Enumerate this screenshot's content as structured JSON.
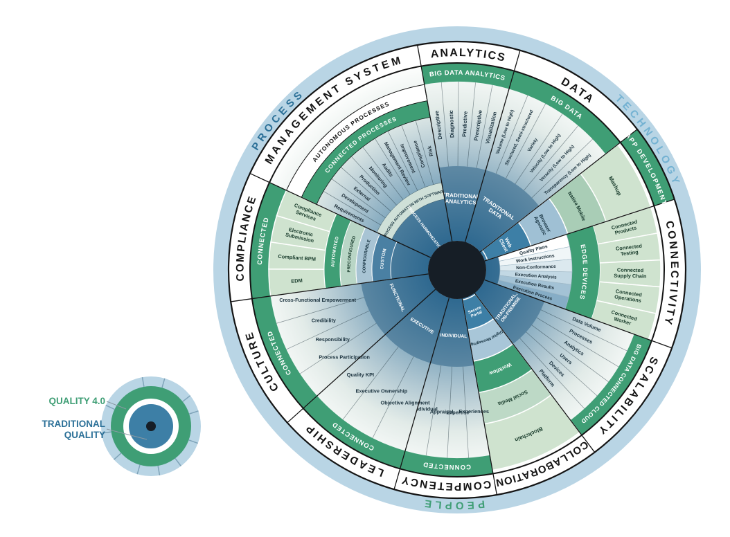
{
  "palette": {
    "rim": "#b9d5e5",
    "ink": "#141414",
    "white": "#ffffff",
    "green": "#3f9e75",
    "green_light": "#cfe3cf",
    "blue": "#3d7fa6",
    "center": "#161e26",
    "process_label": "#2a6f97",
    "technology_label": "#74b2d2",
    "people_label": "#3f9e75",
    "legend_line": "#8a9aa3"
  },
  "rim_labels": [
    {
      "text": "PROCESS",
      "angle": 310,
      "color_key": "process_label"
    },
    {
      "text": "TECHNOLOGY",
      "angle": 56,
      "color_key": "technology_label"
    },
    {
      "text": "PEOPLE",
      "angle": 181,
      "color_key": "people_label"
    }
  ],
  "legend": {
    "quality40_label": "QUALITY 4.0",
    "traditional_line1": "TRADITIONAL",
    "traditional_line2": "QUALITY"
  },
  "wedges": [
    {
      "id": "management-system",
      "label": "MANAGEMENT SYSTEM",
      "a": [
        295,
        350
      ],
      "category": {
        "fs": 15.5,
        "ls": 4,
        "bg": "white",
        "fg": "#141414"
      },
      "elements": [
        {
          "type": "sector",
          "r": [
            42,
            299
          ],
          "fill": "grad"
        },
        {
          "type": "sector",
          "r": [
            42,
            128
          ],
          "fill": "core"
        },
        {
          "type": "band",
          "r": [
            248,
            272
          ],
          "fill": "#ffffff",
          "stroke": "#141414",
          "strokeW": 1,
          "label": "AUTONOMOUS PROCESSES",
          "fg": "#141414",
          "fs": 8.5,
          "ls": 1
        },
        {
          "type": "band",
          "r": [
            224,
            248
          ],
          "fill": "#3f9e75",
          "stroke": "#141414",
          "strokeW": 0.8,
          "label": "CONNECTED PROCESSES",
          "fg": "#ffffff",
          "fs": 8.5,
          "ls": 1
        },
        {
          "type": "spokes",
          "r": [
            128,
            224
          ],
          "items": [
            "Requirements",
            "Development",
            "External",
            "Production",
            "Monitoring",
            "Audits",
            "Management Review",
            "Improvement",
            "Compliance",
            "Risk"
          ],
          "fs": 7.2,
          "fg": "#22323c",
          "tmode": "rad"
        },
        {
          "type": "band",
          "r": [
            104,
            128
          ],
          "fill": "#cfe0d8",
          "stroke": "#3f5b66",
          "strokeW": 0.5,
          "label": "PROCESS AUTOMATION WITH SOFTWARE",
          "fg": "#17333f",
          "fs": 5.6,
          "ls": 0
        },
        {
          "type": "text",
          "r": 76,
          "lines": [
            "PROCESS HARMONIZATION"
          ],
          "mode": "rad",
          "fs": 5.8,
          "fg": "#ffffff"
        }
      ]
    },
    {
      "id": "analytics",
      "label": "ANALYTICS",
      "a": [
        350,
        376
      ],
      "category": {
        "fs": 16,
        "ls": 2,
        "bg": "white",
        "fg": "#141414"
      },
      "elements": [
        {
          "type": "sector",
          "r": [
            42,
            272
          ],
          "fill": "grad"
        },
        {
          "type": "sector",
          "r": [
            42,
            150
          ],
          "fill": "core"
        },
        {
          "type": "band",
          "r": [
            272,
            299
          ],
          "fill": "#3f9e75",
          "label": "BIG DATA ANALYTICS",
          "fg": "#ffffff",
          "fs": 9.5,
          "ls": 0.5
        },
        {
          "type": "spokes",
          "r": [
            150,
            272
          ],
          "items": [
            "Descriptive",
            "Diagnostic",
            "Predictive",
            "Prescriptive",
            "Visualization"
          ],
          "fs": 7.8,
          "fg": "#1d3440",
          "tmode": "rad"
        },
        {
          "type": "text",
          "r": 103,
          "lines": [
            "TRADITIONAL",
            "ANALYTICS"
          ],
          "mode": "up",
          "fs": 8,
          "fg": "#ffffff"
        }
      ]
    },
    {
      "id": "data",
      "label": "DATA",
      "a": [
        16,
        52
      ],
      "category": {
        "fs": 16,
        "ls": 3,
        "bg": "white",
        "fg": "#141414"
      },
      "elements": [
        {
          "type": "sector",
          "r": [
            42,
            272
          ],
          "fill": "grad"
        },
        {
          "type": "sector",
          "r": [
            42,
            150
          ],
          "fill": "core"
        },
        {
          "type": "band",
          "r": [
            272,
            299
          ],
          "fill": "#3f9e75",
          "label": "BIG DATA",
          "fg": "#ffffff",
          "fs": 9.5,
          "ls": 1
        },
        {
          "type": "spokes",
          "r": [
            150,
            272
          ],
          "items": [
            "Volume (Low to High)",
            "Structured, Semi-structured",
            "Variety",
            "Velocity (Low to High)",
            "Veracity (Low to High)",
            "Transparency (Low to High)"
          ],
          "fs": 6.6,
          "fg": "#1d3440",
          "tmode": "rad"
        },
        {
          "type": "text",
          "r": 103,
          "lines": [
            "TRADITIONAL",
            "DATA"
          ],
          "mode": "up",
          "fs": 8,
          "fg": "#ffffff"
        }
      ]
    },
    {
      "id": "app-development",
      "label": "APP DEVELOPMENT",
      "a": [
        52,
        72
      ],
      "category": {
        "fs": 9.5,
        "ls": 1.5,
        "bg": "green",
        "fg": "#ffffff"
      },
      "elements": [
        {
          "type": "sector",
          "r": [
            42,
            299
          ],
          "fill": "grad"
        },
        {
          "type": "band",
          "r": [
            226,
            294
          ],
          "fill": "#cfe3cf",
          "stroke": "#ffffff",
          "strokeW": 1.5,
          "label": "Mashup",
          "fg": "#173a2a",
          "fs": 8,
          "ls": 0
        },
        {
          "type": "band",
          "r": [
            168,
            226
          ],
          "fill": "#a9cdb6",
          "stroke": "#ffffff",
          "strokeW": 1.5,
          "label": "Native Mobile",
          "fg": "#14352a",
          "fs": 7.2,
          "ls": 0
        },
        {
          "type": "band",
          "r": [
            112,
            168
          ],
          "fill": "#9fc0d4",
          "stroke": "#ffffff",
          "strokeW": 1.5
        },
        {
          "type": "text",
          "r": 140,
          "lines": [
            "Browser",
            "Agnostic"
          ],
          "mode": "up",
          "fs": 7,
          "fg": "#14303e"
        },
        {
          "type": "band",
          "r": [
            46,
            112
          ],
          "fill": "#3d7fa6",
          "stroke": "#ffffff",
          "strokeW": 1.5
        },
        {
          "type": "text",
          "r": 80,
          "lines": [
            "Web",
            "Client"
          ],
          "mode": "up",
          "fs": 7,
          "fg": "#ffffff"
        }
      ]
    },
    {
      "id": "connectivity",
      "label": "CONNECTIVITY",
      "a": [
        72,
        110
      ],
      "category": {
        "fs": 15.5,
        "ls": 3,
        "bg": "white",
        "fg": "#141414"
      },
      "elements": [
        {
          "type": "sector",
          "r": [
            42,
            299
          ],
          "fill": "grad"
        },
        {
          "type": "sector",
          "r": [
            42,
            62
          ],
          "fill": "core"
        },
        {
          "type": "ablocks",
          "r": [
            206,
            294
          ],
          "items": [
            [
              "Connected",
              "Products"
            ],
            [
              "Connected",
              "Testing"
            ],
            [
              "Connected",
              "Supply Chain"
            ],
            [
              "Connected",
              "Operations"
            ],
            [
              "Connected",
              "Worker"
            ]
          ],
          "fill": "#cfe3cf",
          "fg": "#173a2a",
          "fs": 7.4,
          "stroke": "#ffffff",
          "strokeW": 1.5
        },
        {
          "type": "band",
          "r": [
            166,
            206
          ],
          "fill": "#3f9e75",
          "label": "EDGE DEVICES",
          "fg": "#ffffff",
          "fs": 9,
          "ls": 1
        },
        {
          "type": "ablocks",
          "r": [
            62,
            166
          ],
          "items": [
            [
              "Quality Plans"
            ],
            [
              "Work Instructions"
            ],
            [
              "Non-Conformance"
            ],
            [
              "Execution Analysis"
            ],
            [
              "Execution Results"
            ],
            [
              "Execution Process"
            ]
          ],
          "fills": [
            "#ffffff",
            "#f0f6f8",
            "#dce9ef",
            "#c2d8e4",
            "#a3c2d5",
            "#86adc6"
          ],
          "fg": "#1c2f3a",
          "fs": 6.6,
          "stroke": "#9fb8c6",
          "strokeW": 0.6
        }
      ]
    },
    {
      "id": "scalability",
      "label": "SCALABILITY",
      "a": [
        110,
        143
      ],
      "category": {
        "fs": 15.5,
        "ls": 3,
        "bg": "white",
        "fg": "#141414"
      },
      "elements": [
        {
          "type": "sector",
          "r": [
            42,
            272
          ],
          "fill": "grad"
        },
        {
          "type": "sector",
          "r": [
            42,
            134
          ],
          "fill": "core"
        },
        {
          "type": "band",
          "r": [
            272,
            299
          ],
          "fill": "#3f9e75",
          "label": "BIG DATA CONNECTED CLOUD",
          "fg": "#ffffff",
          "fs": 8.5,
          "ls": 0.5
        },
        {
          "type": "spokes",
          "r": [
            134,
            272
          ],
          "items": [
            "Data Volume",
            "Processes",
            "Analytics",
            "Users",
            "Devices",
            "Platform"
          ],
          "fs": 7.4,
          "fg": "#1d3440",
          "tmode": "rad"
        },
        {
          "type": "text",
          "r": 92,
          "lines": [
            "TRADITIONAL,",
            "ON-PREMISE"
          ],
          "mode": "up",
          "fs": 6.8,
          "fg": "#ffffff"
        }
      ]
    },
    {
      "id": "collaboration",
      "label": "COLLABORATION",
      "a": [
        143,
        170
      ],
      "category": {
        "fs": 15,
        "ls": 1,
        "bg": "white",
        "fg": "#141414"
      },
      "elements": [
        {
          "type": "sector",
          "r": [
            42,
            299
          ],
          "fill": "grad"
        },
        {
          "type": "band",
          "r": [
            226,
            294
          ],
          "fill": "#cfe3cf",
          "stroke": "#ffffff",
          "strokeW": 1.5,
          "label": "Blockchain",
          "fg": "#173a2a",
          "fs": 8,
          "ls": 0
        },
        {
          "type": "band",
          "r": [
            180,
            226
          ],
          "fill": "#bdd9c6",
          "stroke": "#ffffff",
          "strokeW": 1.5,
          "label": "Social Media",
          "fg": "#173a2a",
          "fs": 7.5,
          "ls": 0
        },
        {
          "type": "band",
          "r": [
            134,
            180
          ],
          "fill": "#3f9e75",
          "stroke": "#ffffff",
          "strokeW": 1.5,
          "label": "Workflow",
          "fg": "#ffffff",
          "fs": 7.5,
          "ls": 0
        },
        {
          "type": "band",
          "r": [
            88,
            134
          ],
          "fill": "#a8c6d8",
          "stroke": "#ffffff",
          "strokeW": 1.5,
          "label": "Digital Messaging",
          "fg": "#14303e",
          "fs": 5.8,
          "ls": 0
        },
        {
          "type": "band",
          "r": [
            44,
            88
          ],
          "fill": "#3d7fa6",
          "stroke": "#ffffff",
          "strokeW": 1.5
        },
        {
          "type": "text",
          "r": 66,
          "lines": [
            "Secure",
            "Portal"
          ],
          "mode": "up",
          "fs": 6,
          "fg": "#ffffff"
        }
      ]
    },
    {
      "id": "competency",
      "label": "COMPETENCY",
      "a": [
        170,
        196
      ],
      "category": {
        "fs": 15.5,
        "ls": 2,
        "bg": "white",
        "fg": "#141414"
      },
      "elements": [
        {
          "type": "sector",
          "r": [
            42,
            272
          ],
          "fill": "grad"
        },
        {
          "type": "sector",
          "r": [
            42,
            140
          ],
          "fill": "core"
        },
        {
          "type": "band",
          "r": [
            272,
            299
          ],
          "fill": "#3f9e75",
          "label": "CONNECTED",
          "fg": "#ffffff",
          "fs": 9.5,
          "ls": 1
        },
        {
          "type": "spokes",
          "r": [
            140,
            272
          ],
          "items": [
            "Experiences",
            "Expertise",
            "Appraisal",
            "Individual"
          ],
          "fs": 7.4,
          "fg": "#1d3440",
          "tmode": "h"
        },
        {
          "type": "text",
          "r": 95,
          "lines": [
            "INDIVIDUAL"
          ],
          "mode": "up",
          "fs": 6.8,
          "fg": "#ffffff"
        }
      ]
    },
    {
      "id": "leadership",
      "label": "LEADERSHIP",
      "a": [
        196,
        228
      ],
      "category": {
        "fs": 15.5,
        "ls": 3,
        "bg": "white",
        "fg": "#141414"
      },
      "elements": [
        {
          "type": "sector",
          "r": [
            42,
            272
          ],
          "fill": "grad"
        },
        {
          "type": "sector",
          "r": [
            42,
            140
          ],
          "fill": "core"
        },
        {
          "type": "band",
          "r": [
            272,
            299
          ],
          "fill": "#3f9e75",
          "label": "CONNECTED",
          "fg": "#ffffff",
          "fs": 9.5,
          "ls": 1
        },
        {
          "type": "spokes",
          "r": [
            140,
            272
          ],
          "items": [
            "Objective Alignment",
            "Executive Ownership",
            "Quality KPI"
          ],
          "fs": 7.4,
          "fg": "#1d3440",
          "tmode": "h"
        },
        {
          "type": "text",
          "r": 95,
          "lines": [
            "EXECUTIVE"
          ],
          "mode": "up",
          "fs": 6.8,
          "fg": "#ffffff"
        }
      ]
    },
    {
      "id": "culture",
      "label": "CULTURE",
      "a": [
        228,
        262
      ],
      "category": {
        "fs": 15.5,
        "ls": 3,
        "bg": "white",
        "fg": "#141414"
      },
      "elements": [
        {
          "type": "sector",
          "r": [
            42,
            272
          ],
          "fill": "grad"
        },
        {
          "type": "sector",
          "r": [
            42,
            140
          ],
          "fill": "core"
        },
        {
          "type": "band",
          "r": [
            272,
            299
          ],
          "fill": "#3f9e75",
          "label": "CONNECTED",
          "fg": "#ffffff",
          "fs": 9.5,
          "ls": 1
        },
        {
          "type": "spokes",
          "r": [
            140,
            272
          ],
          "items": [
            "Process Participation",
            "Responsibility",
            "Credibility",
            "Cross-Functional Empowerment"
          ],
          "fs": 7.2,
          "fg": "#1d3440",
          "tmode": "h"
        },
        {
          "type": "text",
          "r": 95,
          "lines": [
            "FUNCTIONAL"
          ],
          "mode": "up",
          "fs": 6.8,
          "fg": "#ffffff"
        }
      ]
    },
    {
      "id": "compliance",
      "label": "COMPLIANCE",
      "a": [
        262,
        295
      ],
      "category": {
        "fs": 15.5,
        "ls": 2,
        "bg": "white",
        "fg": "#141414"
      },
      "elements": [
        {
          "type": "sector",
          "r": [
            42,
            299
          ],
          "fill": "grad"
        },
        {
          "type": "sector",
          "r": [
            42,
            96
          ],
          "fill": "core"
        },
        {
          "type": "band",
          "r": [
            272,
            299
          ],
          "fill": "#3f9e75",
          "label": "CONNECTED",
          "fg": "#ffffff",
          "fs": 9.5,
          "ls": 1
        },
        {
          "type": "ablocks",
          "r": [
            192,
            272
          ],
          "items": [
            [
              "EDM"
            ],
            [
              "Compliant BPM"
            ],
            [
              "Electronic",
              "Submission"
            ],
            [
              "Compliance",
              "Services"
            ]
          ],
          "fill": "#cfe3cf",
          "fg": "#173a2a",
          "fs": 7.4,
          "stroke": "#ffffff",
          "strokeW": 1.5
        },
        {
          "type": "band",
          "r": [
            169,
            192
          ],
          "fill": "#3f9e75",
          "stroke": "#ffffff",
          "strokeW": 1,
          "label": "AUTOMATED",
          "fg": "#ffffff",
          "fs": 6.4,
          "ls": 0.5
        },
        {
          "type": "band",
          "r": [
            146,
            169
          ],
          "fill": "#b9d6c6",
          "stroke": "#ffffff",
          "strokeW": 1,
          "label": "PRECONFIGURED",
          "fg": "#173a2a",
          "fs": 6,
          "ls": 0
        },
        {
          "type": "band",
          "r": [
            123,
            146
          ],
          "fill": "#a8c4d4",
          "stroke": "#ffffff",
          "strokeW": 1,
          "label": "CONFIGURABLE",
          "fg": "#14303e",
          "fs": 6,
          "ls": 0
        },
        {
          "type": "band",
          "r": [
            96,
            123
          ],
          "fill": "#4a80a3",
          "stroke": "#ffffff",
          "strokeW": 1,
          "label": "CUSTOM",
          "fg": "#ffffff",
          "fs": 6.4,
          "ls": 0.5
        }
      ]
    }
  ]
}
